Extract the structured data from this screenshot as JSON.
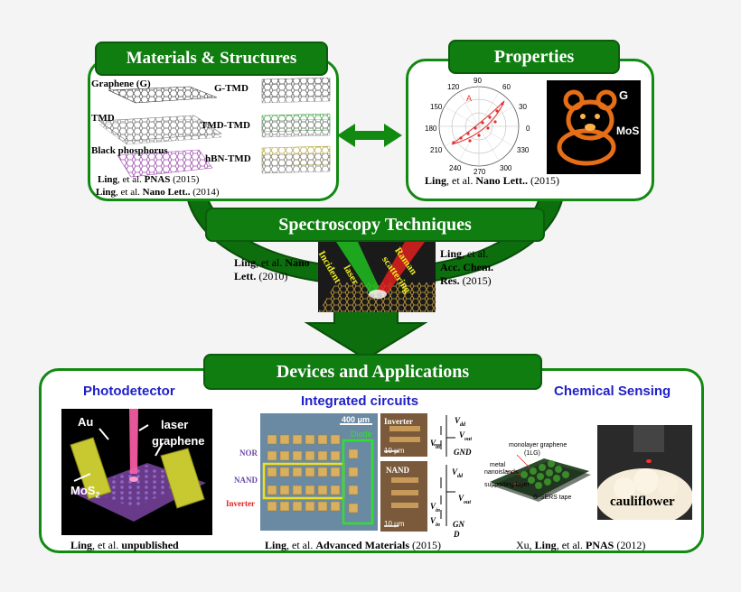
{
  "materials": {
    "title": "Materials & Structures",
    "graphene": "Graphene (G)",
    "tmd": "TMD",
    "bp": "Black phosphorus",
    "gtmd": "G-TMD",
    "tmdtmd": "TMD-TMD",
    "hbntmd": "hBN-TMD",
    "cite1_author": "Ling",
    "cite1_mid": ", et al. ",
    "cite1_journal": "PNAS",
    "cite1_year": " (2015)",
    "cite2_author": "Ling",
    "cite2_mid": ", et al. ",
    "cite2_journal": "Nano Lett..",
    "cite2_year": " (2014)"
  },
  "properties": {
    "title": "Properties",
    "polar_ticks": [
      "90",
      "120",
      "60",
      "150",
      "30",
      "180",
      "0",
      "210",
      "330",
      "240",
      "270",
      "300"
    ],
    "polar_label": "A",
    "g_label": "G",
    "mos_label": "MoS",
    "cite_author": "Ling",
    "cite_mid": ", et al. ",
    "cite_journal": "Nano Lett..",
    "cite_year": " (2015)"
  },
  "spectroscopy": {
    "title": "Spectroscopy Techniques",
    "left_author": "Ling",
    "left_mid": ", et al. ",
    "left_journal1": "Nano",
    "left_journal2": "Lett.",
    "left_year": " (2010)",
    "right_author": "Ling",
    "right_mid": ", et al.",
    "right_journal1": "Acc. Chem.",
    "right_journal2": "Res.",
    "right_year": " (2015)",
    "incident": "Incident",
    "laser": "laser",
    "raman": "Raman",
    "scattering": "scattering"
  },
  "devices": {
    "title": "Devices and Applications",
    "photodetector": {
      "title": "Photodetector",
      "au": "Au",
      "laser": "laser",
      "graphene": "graphene",
      "mos2": "MoS",
      "mos2_sub": "2",
      "cite_author": "Ling",
      "cite_mid": ", et al. ",
      "cite_note": "unpublished"
    },
    "ic": {
      "title": "Integrated circuits",
      "scale": "400 μm",
      "diode": "Diode",
      "nor": "NOR",
      "nand": "NAND",
      "inverter": "Inverter",
      "inv_label": "Inverter",
      "nand_label": "NAND",
      "scale_small1": "10 μm",
      "scale_small2": "10 μm",
      "vdd1": "V",
      "vdd1_sub": "dd",
      "vout1": "V",
      "vout1_sub": "out",
      "vin1": "V",
      "vin1_sub": "in",
      "gnd1": "GND",
      "vdd2": "V",
      "vdd2_sub": "dd",
      "vout2": "V",
      "vout2_sub": "out",
      "vin2a": "V",
      "vin2a_sub": "in",
      "vin2b": "V",
      "vin2b_sub": "in",
      "gnd2a": "GN",
      "gnd2b": "D",
      "cite_author": "Ling",
      "cite_mid": ", et al. ",
      "cite_journal": "Advanced Materials",
      "cite_year": " (2015)"
    },
    "chem": {
      "title": "Chemical Sensing",
      "monolayer": "monolayer graphene",
      "onelg": "(1LG)",
      "metal": "metal",
      "nanoislands": "nanoislands",
      "support": "supporting layer",
      "gsers": "G-SERS tape",
      "cauliflower": "cauliflower",
      "cite_pre": "Xu, ",
      "cite_author": "Ling",
      "cite_mid": ", et al. ",
      "cite_journal": "PNAS",
      "cite_year": " (2012)"
    }
  }
}
